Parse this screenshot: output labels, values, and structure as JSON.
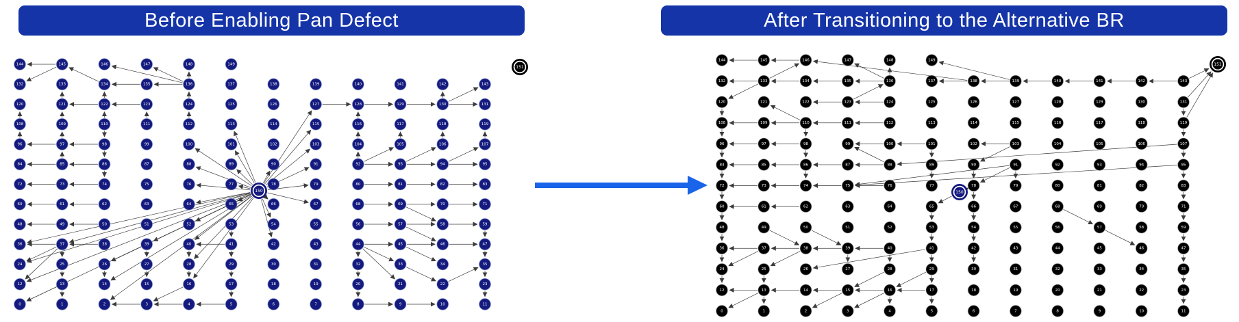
{
  "figure": {
    "description": "Two directed network topology diagrams separated by a right-pointing arrow",
    "diagram_type": "directed-graph",
    "grid": {
      "columns": 12,
      "rows": 13,
      "regular_node_count": 150,
      "top_row_node_count": 6
    }
  },
  "colors": {
    "banner_blue": "#1434a8",
    "node_navy": "#141a7e",
    "node_black": "#000000",
    "edge_gray": "#3c3c3c",
    "arrow_blue": "#1a64ea",
    "node_label_white": "#ffffff",
    "navy_node_halo": "#9fb0dd",
    "black_node_halo": "#c4c4c4"
  },
  "transition_arrow": {
    "name": "right-arrow",
    "direction": "right"
  },
  "nodes": {
    "labels": [
      0,
      1,
      2,
      3,
      4,
      5,
      6,
      7,
      8,
      9,
      10,
      11,
      12,
      13,
      14,
      15,
      16,
      17,
      18,
      19,
      20,
      21,
      22,
      23,
      24,
      25,
      26,
      27,
      28,
      29,
      30,
      31,
      32,
      33,
      34,
      35,
      36,
      37,
      38,
      39,
      40,
      41,
      42,
      43,
      44,
      45,
      46,
      47,
      48,
      49,
      50,
      51,
      52,
      53,
      54,
      55,
      56,
      57,
      58,
      59,
      60,
      61,
      62,
      63,
      64,
      65,
      66,
      67,
      68,
      69,
      70,
      71,
      72,
      73,
      74,
      75,
      76,
      77,
      78,
      79,
      80,
      81,
      82,
      83,
      84,
      85,
      86,
      87,
      88,
      89,
      90,
      91,
      92,
      93,
      94,
      95,
      96,
      97,
      98,
      99,
      100,
      101,
      102,
      103,
      104,
      105,
      106,
      107,
      108,
      109,
      110,
      111,
      112,
      113,
      114,
      115,
      116,
      117,
      118,
      119,
      120,
      121,
      122,
      123,
      124,
      125,
      126,
      127,
      128,
      129,
      130,
      131,
      132,
      133,
      134,
      135,
      136,
      137,
      138,
      139,
      140,
      141,
      142,
      143,
      144,
      145,
      146,
      147,
      148,
      149
    ]
  },
  "panes": [
    {
      "id": "before",
      "title": "Before Enabling Pan Defect",
      "node_fill": "#141a7e",
      "node_stroke": "#9fb0dd",
      "special_nodes": [
        {
          "id": 150,
          "label": "150",
          "fill": "#141a7e",
          "ring": "#ffffff"
        },
        {
          "id": 151,
          "label": "151",
          "fill": "#000000",
          "ring": "#ffffff"
        }
      ],
      "edges": [
        [
          150,
          0
        ],
        [
          150,
          12
        ],
        [
          150,
          24
        ],
        [
          150,
          36
        ],
        [
          150,
          2
        ],
        [
          150,
          14
        ],
        [
          150,
          26
        ],
        [
          150,
          37
        ],
        [
          150,
          16
        ],
        [
          150,
          28
        ],
        [
          150,
          40
        ],
        [
          150,
          52
        ],
        [
          150,
          64
        ],
        [
          150,
          76
        ],
        [
          150,
          88
        ],
        [
          150,
          100
        ],
        [
          150,
          65
        ],
        [
          150,
          66
        ],
        [
          150,
          54
        ],
        [
          150,
          42
        ],
        [
          150,
          67
        ],
        [
          150,
          79
        ],
        [
          150,
          91
        ],
        [
          150,
          103
        ],
        [
          150,
          115
        ],
        [
          150,
          127
        ],
        [
          150,
          77
        ],
        [
          150,
          89
        ],
        [
          150,
          101
        ],
        [
          150,
          39
        ],
        [
          150,
          90
        ],
        [
          150,
          113
        ],
        [
          127,
          128
        ],
        [
          128,
          129
        ],
        [
          129,
          130
        ],
        [
          130,
          131
        ],
        [
          130,
          142
        ],
        [
          130,
          143
        ],
        [
          92,
          93
        ],
        [
          93,
          94
        ],
        [
          94,
          95
        ],
        [
          92,
          104
        ],
        [
          104,
          116
        ],
        [
          116,
          128
        ],
        [
          80,
          81
        ],
        [
          81,
          82
        ],
        [
          82,
          83
        ],
        [
          68,
          69
        ],
        [
          69,
          70
        ],
        [
          70,
          71
        ],
        [
          69,
          58
        ],
        [
          56,
          57
        ],
        [
          57,
          58
        ],
        [
          58,
          59
        ],
        [
          57,
          46
        ],
        [
          44,
          45
        ],
        [
          45,
          46
        ],
        [
          46,
          47
        ],
        [
          45,
          34
        ],
        [
          44,
          33
        ],
        [
          33,
          22
        ],
        [
          44,
          21
        ],
        [
          22,
          35
        ],
        [
          44,
          32
        ],
        [
          32,
          20
        ],
        [
          20,
          8
        ],
        [
          59,
          47
        ],
        [
          47,
          35
        ],
        [
          35,
          23
        ],
        [
          23,
          11
        ],
        [
          8,
          9
        ],
        [
          9,
          10
        ],
        [
          92,
          105
        ],
        [
          93,
          106
        ],
        [
          94,
          107
        ],
        [
          105,
          117
        ],
        [
          106,
          118
        ],
        [
          107,
          119
        ],
        [
          145,
          144
        ],
        [
          145,
          132
        ],
        [
          134,
          145
        ],
        [
          136,
          146
        ],
        [
          136,
          147
        ],
        [
          136,
          135
        ],
        [
          136,
          148
        ],
        [
          124,
          136
        ],
        [
          122,
          134
        ],
        [
          121,
          133
        ],
        [
          109,
          121
        ],
        [
          108,
          120
        ],
        [
          96,
          108
        ],
        [
          110,
          122
        ],
        [
          122,
          121
        ],
        [
          123,
          122
        ],
        [
          135,
          134
        ],
        [
          110,
          98
        ],
        [
          98,
          86
        ],
        [
          86,
          74
        ],
        [
          97,
          109
        ],
        [
          85,
          97
        ],
        [
          111,
          123
        ],
        [
          112,
          124
        ],
        [
          37,
          36
        ],
        [
          37,
          25
        ],
        [
          25,
          13
        ],
        [
          13,
          1
        ],
        [
          13,
          0
        ],
        [
          38,
          37
        ],
        [
          39,
          27
        ],
        [
          27,
          15
        ],
        [
          41,
          40
        ],
        [
          40,
          28
        ],
        [
          28,
          16
        ],
        [
          16,
          3
        ],
        [
          3,
          2
        ],
        [
          4,
          3
        ],
        [
          5,
          4
        ],
        [
          39,
          26
        ],
        [
          26,
          14
        ],
        [
          49,
          48
        ],
        [
          50,
          49
        ],
        [
          62,
          61
        ],
        [
          61,
          60
        ],
        [
          74,
          73
        ],
        [
          73,
          72
        ],
        [
          86,
          85
        ],
        [
          85,
          84
        ],
        [
          98,
          97
        ],
        [
          97,
          96
        ],
        [
          29,
          17
        ],
        [
          17,
          5
        ],
        [
          53,
          41
        ],
        [
          41,
          29
        ],
        [
          37,
          24
        ],
        [
          37,
          12
        ]
      ]
    },
    {
      "id": "after",
      "title": "After Transitioning to the Alternative BR",
      "node_fill": "#000000",
      "node_stroke": "#c4c4c4",
      "special_nodes": [
        {
          "id": 150,
          "label": "150",
          "fill": "#141a7e",
          "ring": "#ffffff"
        },
        {
          "id": 151,
          "label": "151",
          "fill": "#000000",
          "ring": "#ffffff"
        }
      ],
      "edges": [
        [
          145,
          144
        ],
        [
          146,
          145
        ],
        [
          133,
          146
        ],
        [
          138,
          146
        ],
        [
          136,
          135
        ],
        [
          135,
          134
        ],
        [
          134,
          133
        ],
        [
          133,
          132
        ],
        [
          136,
          148
        ],
        [
          136,
          147
        ],
        [
          139,
          149
        ],
        [
          138,
          137
        ],
        [
          139,
          138
        ],
        [
          140,
          139
        ],
        [
          141,
          140
        ],
        [
          142,
          141
        ],
        [
          143,
          142
        ],
        [
          143,
          151
        ],
        [
          131,
          151
        ],
        [
          119,
          151
        ],
        [
          123,
          136
        ],
        [
          124,
          123
        ],
        [
          123,
          122
        ],
        [
          133,
          120
        ],
        [
          110,
          121
        ],
        [
          110,
          109
        ],
        [
          109,
          108
        ],
        [
          111,
          110
        ],
        [
          112,
          111
        ],
        [
          110,
          98
        ],
        [
          88,
          87
        ],
        [
          87,
          86
        ],
        [
          86,
          74
        ],
        [
          98,
          86
        ],
        [
          88,
          99
        ],
        [
          76,
          75
        ],
        [
          75,
          74
        ],
        [
          107,
          88
        ],
        [
          95,
          75
        ],
        [
          91,
          75
        ],
        [
          103,
          90
        ],
        [
          103,
          102
        ],
        [
          101,
          89
        ],
        [
          89,
          77
        ],
        [
          91,
          78
        ],
        [
          90,
          78
        ],
        [
          91,
          79
        ],
        [
          78,
          66
        ],
        [
          150,
          65
        ],
        [
          78,
          150
        ],
        [
          101,
          100
        ],
        [
          100,
          99
        ],
        [
          131,
          119
        ],
        [
          119,
          107
        ],
        [
          107,
          95
        ],
        [
          95,
          83
        ],
        [
          83,
          71
        ],
        [
          71,
          59
        ],
        [
          59,
          47
        ],
        [
          47,
          35
        ],
        [
          35,
          23
        ],
        [
          23,
          11
        ],
        [
          66,
          54
        ],
        [
          54,
          42
        ],
        [
          42,
          30
        ],
        [
          65,
          53
        ],
        [
          53,
          41
        ],
        [
          68,
          57
        ],
        [
          57,
          46
        ],
        [
          37,
          36
        ],
        [
          38,
          37
        ],
        [
          39,
          38
        ],
        [
          40,
          39
        ],
        [
          41,
          29
        ],
        [
          29,
          17
        ],
        [
          17,
          16
        ],
        [
          16,
          15
        ],
        [
          15,
          14
        ],
        [
          14,
          13
        ],
        [
          13,
          12
        ],
        [
          13,
          1
        ],
        [
          13,
          0
        ],
        [
          15,
          2
        ],
        [
          16,
          3
        ],
        [
          16,
          4
        ],
        [
          17,
          5
        ],
        [
          28,
          15
        ],
        [
          29,
          16
        ],
        [
          36,
          24
        ],
        [
          24,
          12
        ],
        [
          25,
          13
        ],
        [
          38,
          25
        ],
        [
          39,
          27
        ],
        [
          40,
          28
        ],
        [
          41,
          26
        ],
        [
          49,
          38
        ],
        [
          37,
          24
        ],
        [
          50,
          39
        ],
        [
          62,
          61
        ],
        [
          61,
          60
        ],
        [
          74,
          73
        ],
        [
          73,
          72
        ],
        [
          85,
          84
        ],
        [
          86,
          85
        ],
        [
          97,
          96
        ],
        [
          98,
          97
        ],
        [
          120,
          108
        ],
        [
          108,
          96
        ],
        [
          96,
          84
        ],
        [
          84,
          72
        ],
        [
          72,
          60
        ],
        [
          60,
          48
        ],
        [
          48,
          36
        ]
      ]
    }
  ]
}
